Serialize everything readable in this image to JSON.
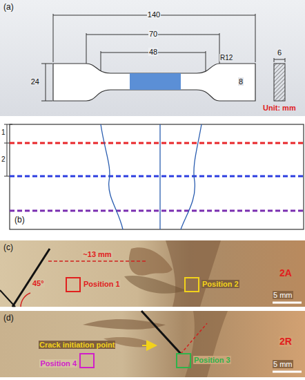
{
  "diagram": {
    "labels": [
      "(a)",
      "140",
      "70",
      "48",
      "R12",
      "24",
      "8",
      "6",
      "Unit: mm",
      "(b)",
      "1",
      "2",
      "(c)",
      "~13 mm",
      "45°",
      "Position 1",
      "Position 2",
      "2A",
      "5 mm",
      "(d)",
      "Crack initiation point",
      "Position 4",
      "Position 3",
      "2R",
      "5 mm"
    ]
  }
}
